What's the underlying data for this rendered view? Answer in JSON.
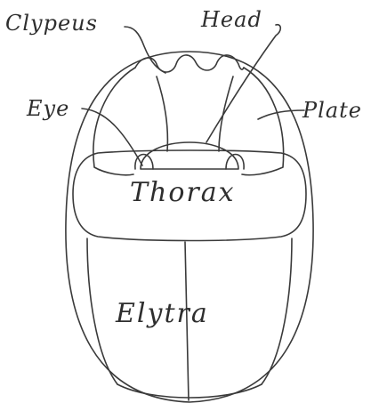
{
  "diagram": {
    "labels": {
      "clypeus": "Clypeus",
      "head": "Head",
      "eye": "Eye",
      "plate": "Plate",
      "thorax": "Thorax",
      "elytra": "Elytra"
    },
    "ink_color": "#3a3a3a",
    "background": "#ffffff"
  }
}
